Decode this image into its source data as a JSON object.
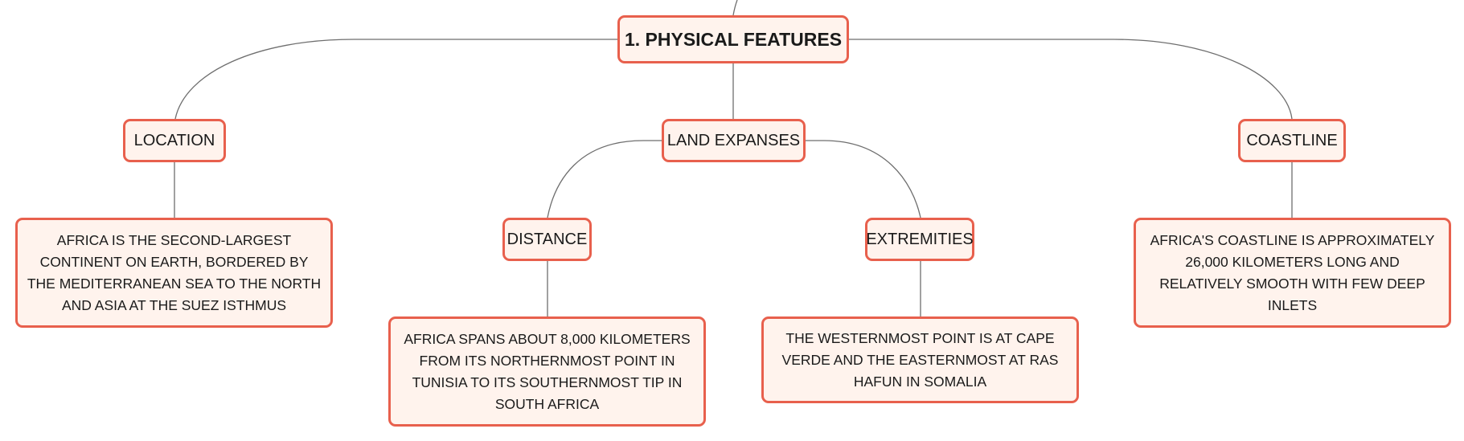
{
  "diagram": {
    "root": {
      "label": "1. PHYSICAL FEATURES"
    },
    "branches": {
      "location": {
        "label": "LOCATION",
        "detail": "AFRICA IS THE SECOND-LARGEST CONTINENT ON EARTH, BORDERED BY THE MEDITERRANEAN SEA TO THE NORTH AND ASIA AT THE SUEZ ISTHMUS"
      },
      "land_expanses": {
        "label": "LAND EXPANSES",
        "distance": {
          "label": "DISTANCE",
          "detail": "AFRICA SPANS ABOUT 8,000 KILOMETERS FROM ITS NORTHERNMOST POINT IN TUNISIA TO ITS SOUTHERNMOST TIP IN SOUTH AFRICA"
        },
        "extremities": {
          "label": "EXTREMITIES",
          "detail": "THE WESTERNMOST POINT IS AT CAPE VERDE AND THE EASTERNMOST AT RAS HAFUN IN SOMALIA"
        }
      },
      "coastline": {
        "label": "COASTLINE",
        "detail": "AFRICA'S COASTLINE IS APPROXIMATELY 26,000 KILOMETERS LONG AND RELATIVELY SMOOTH WITH FEW DEEP INLETS"
      }
    }
  },
  "colors": {
    "node_border": "#e8604d",
    "node_fill": "#fff3ed",
    "connector": "#6e6e6e",
    "text": "#1a1a1a"
  }
}
